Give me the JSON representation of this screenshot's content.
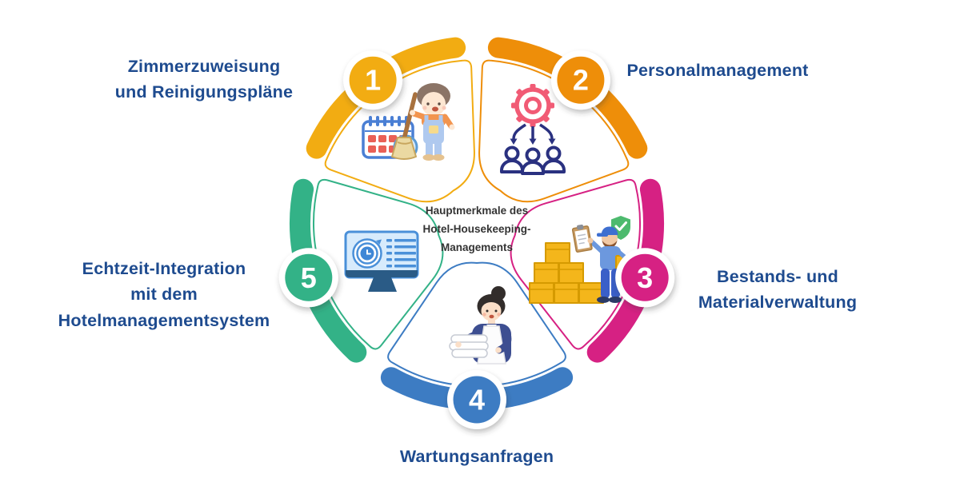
{
  "title": {
    "text": "Hauptmerkmale des\nHotel-Housekeeping-\nManagements"
  },
  "segments": [
    {
      "number": "1",
      "label": "Zimmerzuweisung\nund Reinigungspläne",
      "color": "#F2AC12",
      "icon": "calendar-broom-boy-icon"
    },
    {
      "number": "2",
      "label": "Personalmanagement",
      "color": "#EE8E09",
      "icon": "gear-team-icon"
    },
    {
      "number": "3",
      "label": "Bestands- und\nMaterialverwaltung",
      "color": "#D62183",
      "icon": "inventory-worker-icon"
    },
    {
      "number": "4",
      "label": "Wartungsanfragen",
      "color": "#3D7CC3",
      "icon": "housekeeper-towels-icon"
    },
    {
      "number": "5",
      "label": "Echtzeit-Integration\nmit dem\nHotelmanagementsystem",
      "color": "#33B287",
      "icon": "realtime-monitor-icon"
    }
  ],
  "colors": {
    "label_text": "#1E4B8F",
    "center_text": "#333333",
    "background": "#FFFFFF",
    "badge_number": "#FFFFFF",
    "gear_pink": "#F15B75",
    "people_navy": "#2A3180",
    "box_yellow": "#F4B61B",
    "shield_green": "#4DBA6E",
    "monitor_blue": "#4A90D9"
  }
}
